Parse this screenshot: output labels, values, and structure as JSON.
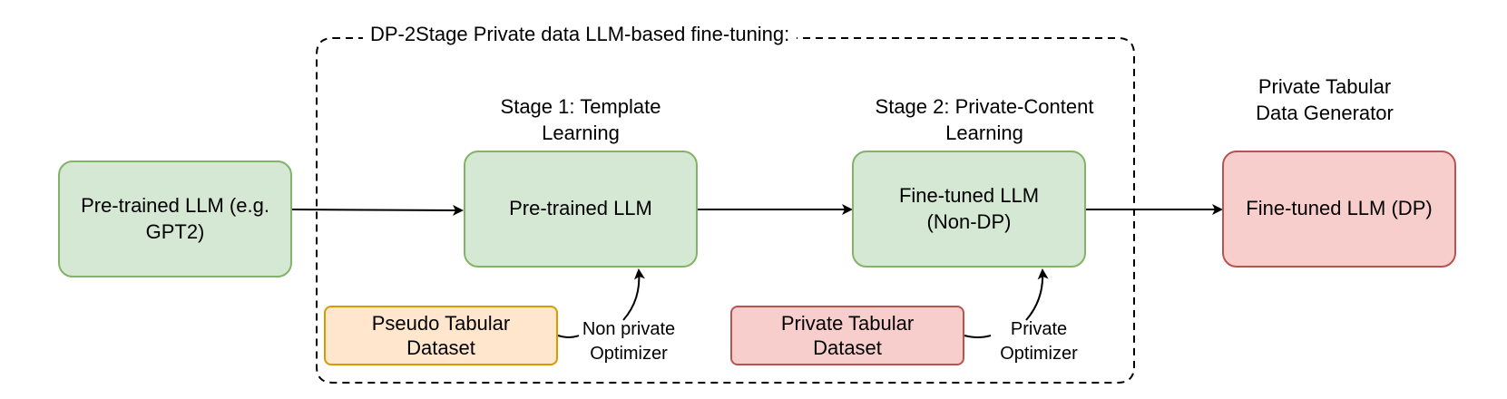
{
  "container": {
    "title": "DP-2Stage Private data LLM-based fine-tuning:"
  },
  "nodes": {
    "pretrained_gpt2": {
      "line1": "Pre-trained LLM (e.g.",
      "line2": "GPT2)"
    },
    "stage1_llm": {
      "text": "Pre-trained LLM"
    },
    "stage2_llm": {
      "line1": "Fine-tuned LLM",
      "line2": "(Non-DP)"
    },
    "final_llm": {
      "text": "Fine-tuned LLM (DP)"
    },
    "pseudo_dataset": {
      "line1": "Pseudo Tabular",
      "line2": "Dataset"
    },
    "private_dataset": {
      "line1": "Private Tabular",
      "line2": "Dataset"
    }
  },
  "labels": {
    "stage1": {
      "line1": "Stage 1: Template",
      "line2": "Learning"
    },
    "stage2": {
      "line1": "Stage 2: Private-Content",
      "line2": "Learning"
    },
    "generator": {
      "line1": "Private Tabular",
      "line2": "Data Generator"
    },
    "non_private_optimizer": {
      "line1": "Non private",
      "line2": "Optimizer"
    },
    "private_optimizer": {
      "line1": "Private",
      "line2": "Optimizer"
    }
  },
  "colors": {
    "green_fill": "#d5e8d4",
    "green_stroke": "#82b366",
    "red_fill": "#f8cecc",
    "red_stroke": "#b85450",
    "orange_fill": "#ffe6cc",
    "orange_stroke": "#d79b00"
  }
}
